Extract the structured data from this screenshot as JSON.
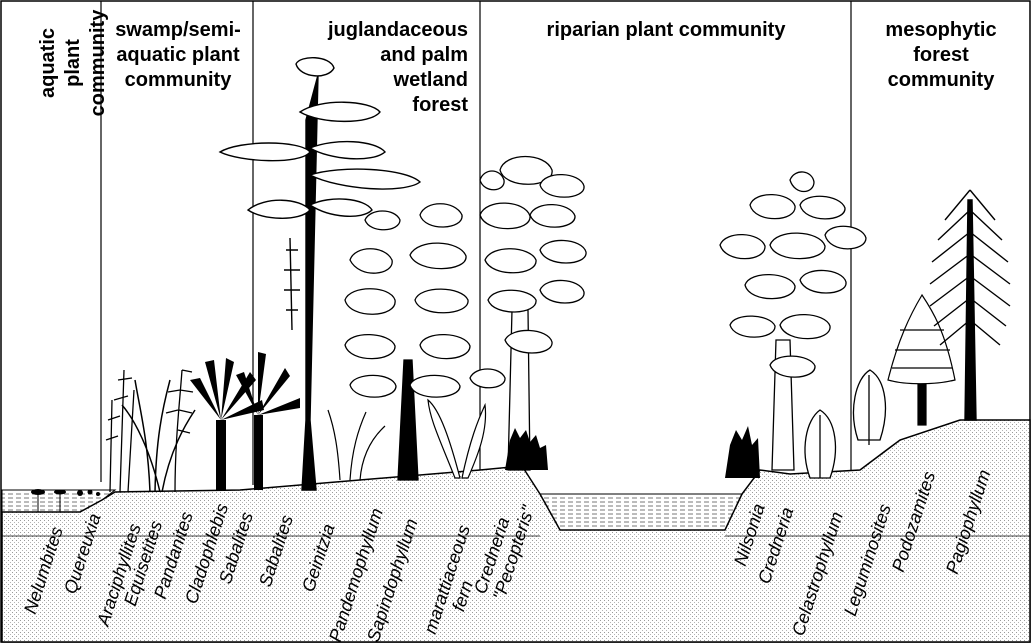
{
  "communities": [
    {
      "key": "aquatic",
      "lines": [
        "aquatic plant",
        "community"
      ]
    },
    {
      "key": "swamp",
      "lines": [
        "swamp/semi-",
        "aquatic plant",
        "community"
      ]
    },
    {
      "key": "juglandaceous",
      "lines": [
        "juglandaceous",
        "and palm",
        "wetland",
        "forest"
      ]
    },
    {
      "key": "riparian",
      "lines": [
        "riparian plant community"
      ]
    },
    {
      "key": "mesophytic",
      "lines": [
        "mesophytic",
        "forest",
        "community"
      ]
    }
  ],
  "taxa": [
    {
      "id": "nelumbites",
      "lines": [
        "Nelumbites"
      ]
    },
    {
      "id": "quereuxia",
      "lines": [
        "Quereuxia"
      ]
    },
    {
      "id": "araciphyllites",
      "lines": [
        "Araciphyllites"
      ]
    },
    {
      "id": "equisetites",
      "lines": [
        "Equisetites"
      ]
    },
    {
      "id": "pandanites",
      "lines": [
        "Pandanites"
      ]
    },
    {
      "id": "cladophlebis",
      "lines": [
        "Cladophlebis"
      ]
    },
    {
      "id": "sabalites-1",
      "lines": [
        "Sabalites"
      ]
    },
    {
      "id": "sabalites-2",
      "lines": [
        "Sabalites"
      ]
    },
    {
      "id": "geinitzia",
      "lines": [
        "Geinitzia"
      ]
    },
    {
      "id": "pandemophyllum",
      "lines": [
        "Pandemophyllum"
      ]
    },
    {
      "id": "sapindophyllum",
      "lines": [
        "Sapindophyllum"
      ]
    },
    {
      "id": "marattiaceous-fern",
      "lines": [
        "marattiaceous",
        "fern"
      ]
    },
    {
      "id": "credneria-pecopteris",
      "lines": [
        "Credneria",
        "\"Pecopteris\""
      ]
    },
    {
      "id": "nilsonia",
      "lines": [
        "Nilsonia"
      ]
    },
    {
      "id": "credneria-2",
      "lines": [
        "Credneria"
      ]
    },
    {
      "id": "celastrophyllum",
      "lines": [
        "Celastrophyllum"
      ]
    },
    {
      "id": "leguminosites",
      "lines": [
        "Leguminosites"
      ]
    },
    {
      "id": "podozamites",
      "lines": [
        "Podozamites"
      ]
    },
    {
      "id": "pagiophyllum",
      "lines": [
        "Pagiophyllum"
      ]
    }
  ]
}
